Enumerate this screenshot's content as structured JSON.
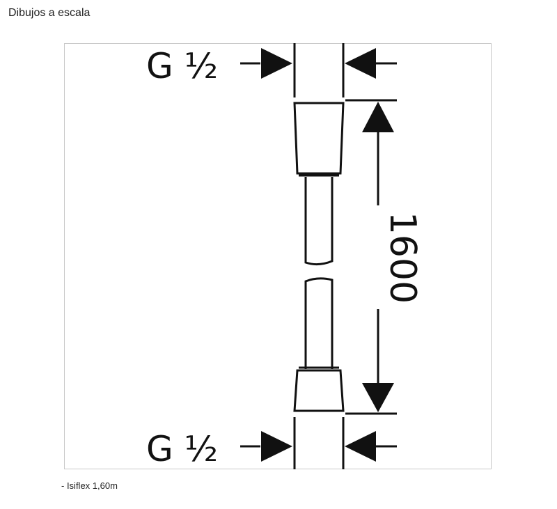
{
  "heading": "Dibujos a escala",
  "drawing": {
    "top_thread_label": "G ½",
    "bottom_thread_label": "G ½",
    "length_label": "1600"
  },
  "caption": "- Isiflex 1,60m"
}
